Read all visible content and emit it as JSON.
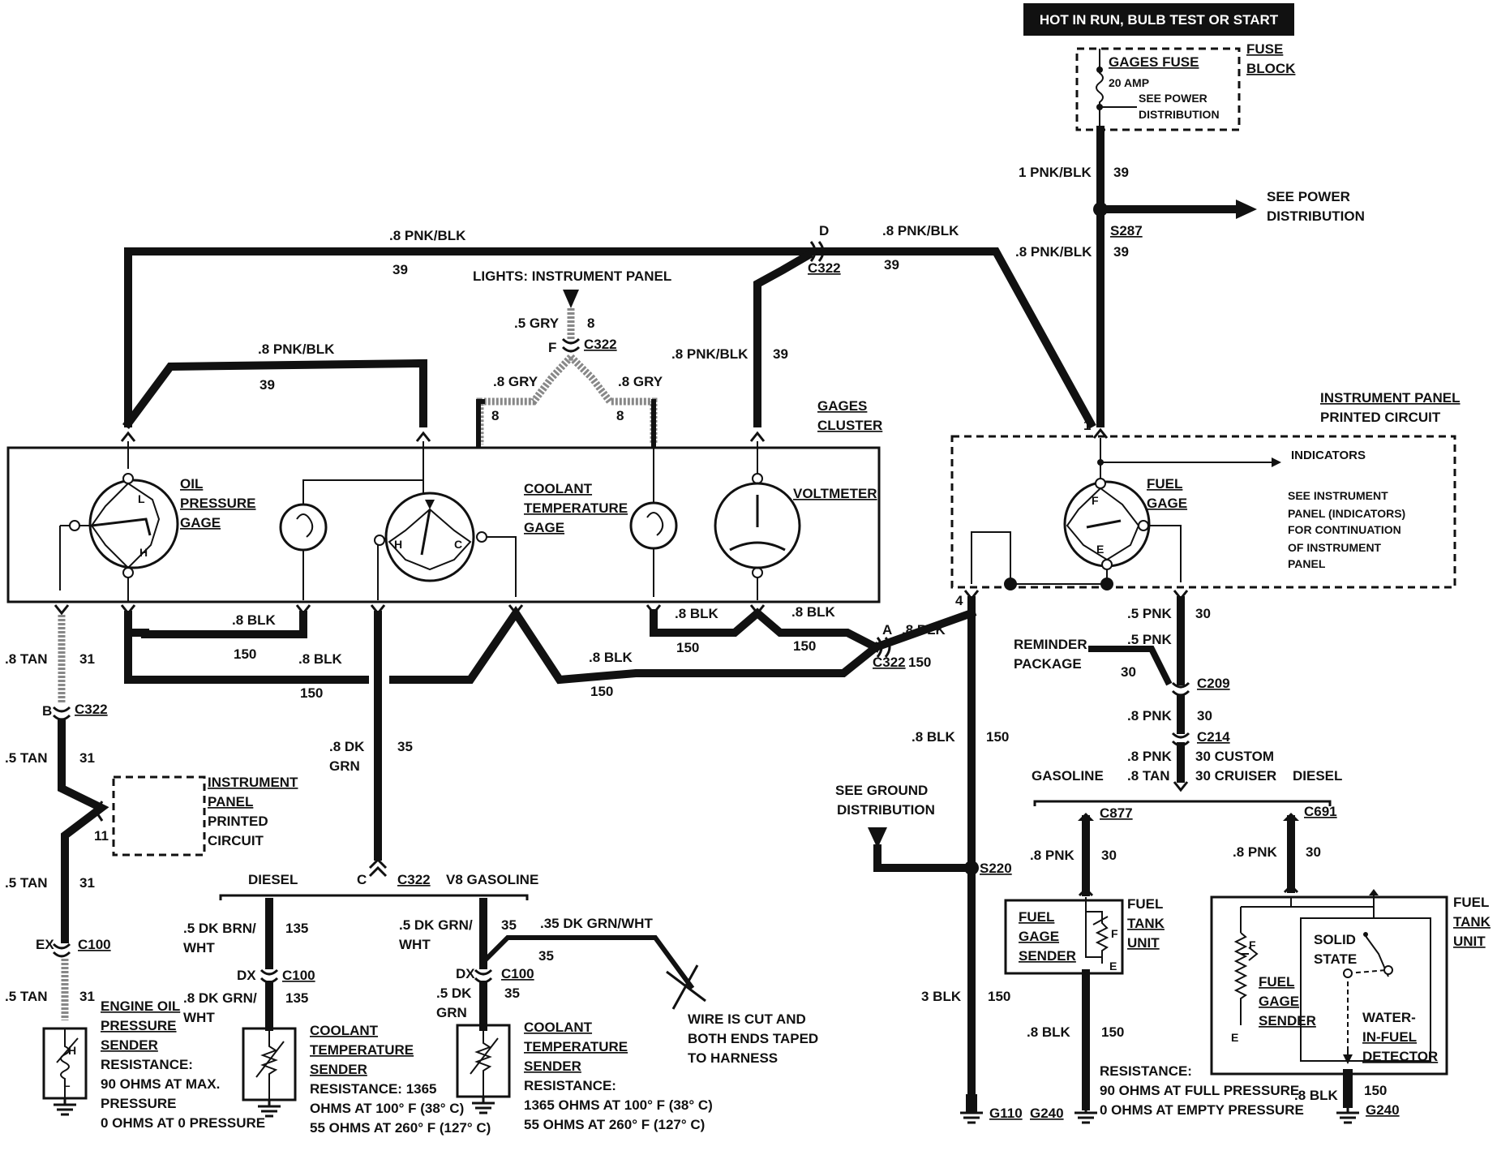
{
  "colors": {
    "wire": "#111111",
    "banner_bg": "#111111",
    "banner_text": "#ffffff",
    "gray_wire": "#888888"
  },
  "header": {
    "hot_label": "HOT IN RUN, BULB TEST OR START"
  },
  "fuse_block": {
    "title_line1": "FUSE",
    "title_line2": "BLOCK",
    "fuse_name": "GAGES FUSE",
    "rating": "20 AMP",
    "note_line1": "SEE POWER",
    "note_line2": "DISTRIBUTION"
  },
  "power": {
    "see_line1": "SEE POWER",
    "see_line2": "DISTRIBUTION",
    "splice": "S287"
  },
  "lights": {
    "label": "LIGHTS: INSTRUMENT PANEL"
  },
  "gages_cluster": {
    "line1": "GAGES",
    "line2": "CLUSTER"
  },
  "oil_gage": {
    "line1": "OIL",
    "line2": "PRESSURE",
    "line3": "GAGE",
    "mark_l": "L",
    "mark_h": "H"
  },
  "coolant_gage": {
    "line1": "COOLANT",
    "line2": "TEMPERATURE",
    "line3": "GAGE",
    "mark_h": "H",
    "mark_c": "C"
  },
  "voltmeter": {
    "label": "VOLTMETER"
  },
  "ip_circuit": {
    "line1": "INSTRUMENT PANEL",
    "line2": "PRINTED CIRCUIT",
    "indicators": "INDICATORS",
    "note": [
      "SEE INSTRUMENT",
      "PANEL (INDICATORS)",
      "FOR CONTINUATION",
      "OF INSTRUMENT",
      "PANEL"
    ]
  },
  "fuel_gage": {
    "line1": "FUEL",
    "line2": "GAGE",
    "mark_f": "F",
    "mark_e": "E"
  },
  "ip_small": {
    "line1": "INSTRUMENT",
    "line2": "PANEL",
    "line3": "PRINTED",
    "line4": "CIRCUIT"
  },
  "reminder": {
    "line1": "REMINDER",
    "line2": "PACKAGE"
  },
  "ground": {
    "line1": "SEE GROUND",
    "line2": "DISTRIBUTION"
  },
  "variants": {
    "diesel": "DIESEL",
    "v8": "V8 GASOLINE",
    "gasoline": "GASOLINE",
    "diesel2": "DIESEL",
    "custom": "30 CUSTOM",
    "cruiser": "30 CRUISER"
  },
  "oil_sender": {
    "line1": "ENGINE OIL",
    "line2": "PRESSURE",
    "line3": "SENDER",
    "line4": "RESISTANCE:",
    "line5": "90 OHMS AT MAX.",
    "line6": "PRESSURE",
    "line7": "0 OHMS AT 0 PRESSURE",
    "mark_h": "H",
    "mark_l": "L"
  },
  "coolant_sender1": {
    "line1": "COOLANT",
    "line2": "TEMPERATURE",
    "line3": "SENDER",
    "line4": "RESISTANCE: 1365",
    "line5": "OHMS AT 100° F (38° C)",
    "line6": "55 OHMS AT 260° F (127° C)"
  },
  "coolant_sender2": {
    "line1": "COOLANT",
    "line2": "TEMPERATURE",
    "line3": "SENDER",
    "line4": "RESISTANCE:",
    "line5": "1365 OHMS AT 100° F (38° C)",
    "line6": "55 OHMS AT 260° F (127° C)"
  },
  "cut_note": {
    "line1": "WIRE IS CUT AND",
    "line2": "BOTH ENDS TAPED",
    "line3": "TO HARNESS"
  },
  "fuel_sender": {
    "line1": "FUEL",
    "line2": "GAGE",
    "line3": "SENDER",
    "tank1": "FUEL",
    "tank2": "TANK",
    "tank3": "UNIT",
    "mark_f": "F",
    "mark_e": "E"
  },
  "fuel_resistance": {
    "line1": "RESISTANCE:",
    "line2": "90 OHMS AT FULL PRESSURE",
    "line3": "0 OHMS AT EMPTY PRESSURE"
  },
  "diesel_unit": {
    "solid1": "SOLID",
    "solid2": "STATE",
    "sender1": "FUEL",
    "sender2": "GAGE",
    "sender3": "SENDER",
    "water1": "WATER-",
    "water2": "IN-FUEL",
    "water3": "DETECTOR",
    "tank1": "FUEL",
    "tank2": "TANK",
    "tank3": "UNIT",
    "mark_f": "F",
    "mark_e": "E"
  },
  "connectors": {
    "c322": "C322",
    "c209": "C209",
    "c214": "C214",
    "c877": "C877",
    "c691": "C691",
    "c100": "C100",
    "s220": "S220"
  },
  "pins": {
    "d": "D",
    "f": "F",
    "a": "A",
    "b": "B",
    "c": "C",
    "ex": "EX",
    "dx": "DX",
    "n1": "1",
    "n4": "4",
    "n11": "11"
  },
  "grounds": {
    "g110": "G110",
    "g240": "G240",
    "g240b": "G240"
  },
  "wires": {
    "pnk_blk_1": "1 PNK/BLK",
    "pnk_blk_8": ".8 PNK/BLK",
    "c39": "39",
    "gry_5": ".5 GRY",
    "gry_8": ".8 GRY",
    "c8": "8",
    "blk_8": ".8 BLK",
    "c150": "150",
    "blk_3": "3 BLK",
    "tan_8": ".8 TAN",
    "tan_5": ".5 TAN",
    "c31": "31",
    "dkgrn_8a": ".8 DK",
    "dkgrn_8b": "GRN",
    "c35": "35",
    "pnk_5": ".5 PNK",
    "pnk_8": ".8 PNK",
    "tan_8b": ".8 TAN",
    "c30": "30",
    "brn_5a": ".5 DK BRN/",
    "brn_5b": "WHT",
    "c135": "135",
    "grnwht_8a": ".8 DK GRN/",
    "grnwht_8b": "WHT",
    "grnwht_5a": ".5 DK GRN/",
    "grnwht_5b": "WHT",
    "grnwht_35": ".35 DK GRN/WHT",
    "grn_5a": ".5 DK",
    "grn_5b": "GRN"
  }
}
